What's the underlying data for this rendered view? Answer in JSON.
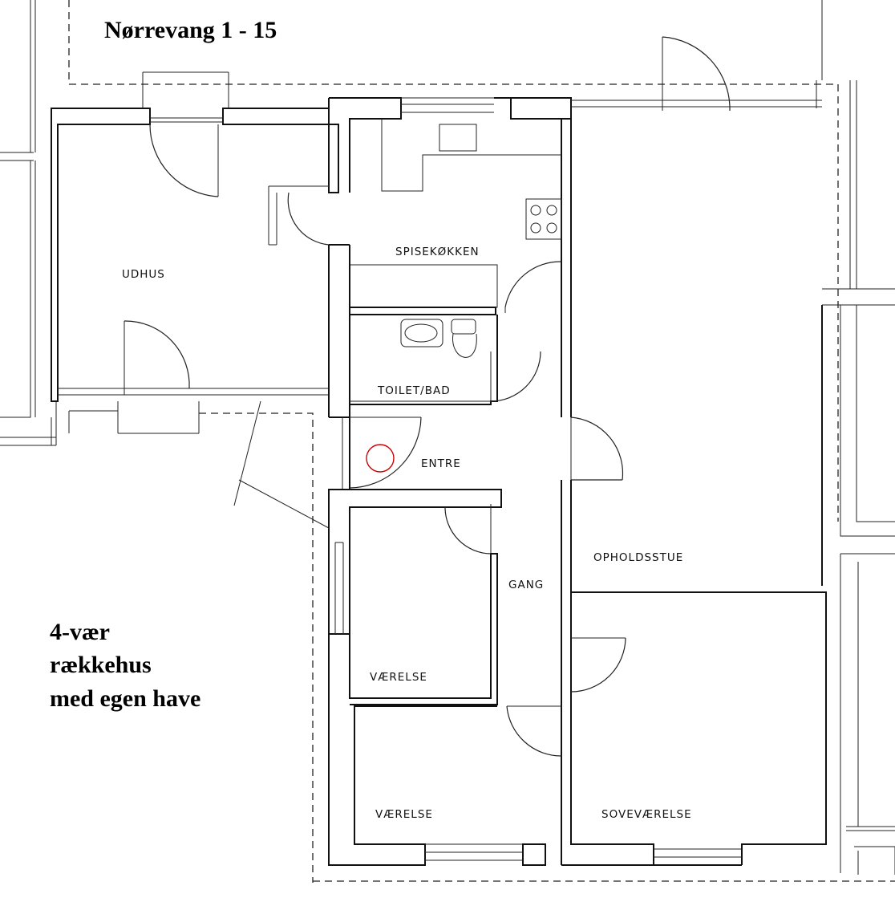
{
  "title": "Nørrevang 1 - 15",
  "subtitle_lines": [
    "4-vær",
    "rækkehus",
    "med egen have"
  ],
  "rooms": {
    "udhus": "UDHUS",
    "spisekokken": "SPISEKØKKEN",
    "toilet": "TOILET/BAD",
    "entre": "ENTRE",
    "gang": "GANG",
    "opholdsstue": "OPHOLDSSTUE",
    "vaerelse1": "VÆRELSE",
    "vaerelse2": "VÆRELSE",
    "sovevaerelse": "SOVEVÆRELSE"
  },
  "colors": {
    "walls": "#111111",
    "marker": "#cc0000",
    "background": "#ffffff"
  }
}
